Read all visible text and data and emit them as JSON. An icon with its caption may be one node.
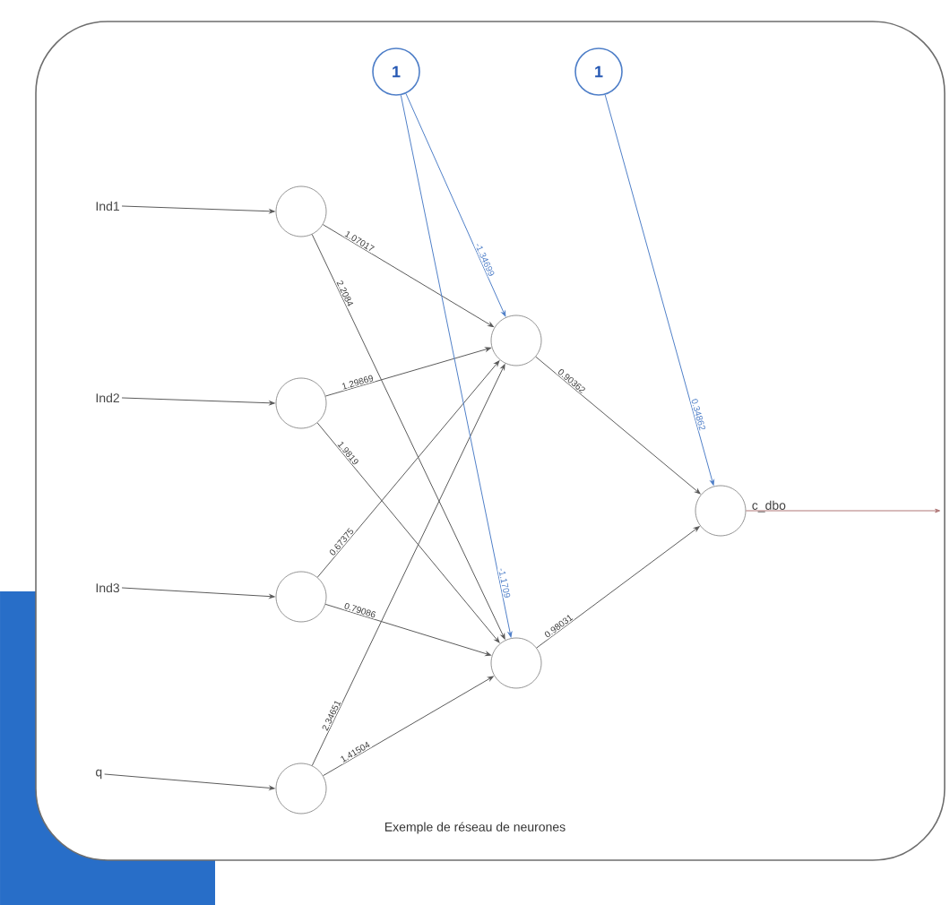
{
  "diagram": {
    "caption": "Exemple de réseau de neurones",
    "nodes": [
      {
        "text": [
          "1"
        ]
      },
      {
        "text": [
          "1"
        ]
      },
      {
        "text": [
          "Ind1"
        ]
      },
      {
        "text": [],
        "shape": "circle"
      },
      {
        "text": [
          "Ind2"
        ]
      },
      {
        "text": [],
        "shape": "circle"
      },
      {
        "text": [
          "Ind3"
        ]
      },
      {
        "text": [],
        "shape": "circle"
      },
      {
        "text": [
          "q"
        ]
      },
      {
        "text": [],
        "shape": "circle"
      },
      {
        "text": [],
        "shape": "circle"
      },
      {
        "text": [],
        "shape": "circle"
      },
      {
        "text": [],
        "shape": "circle",
        "beside": [
          "c_dbo"
        ]
      }
    ],
    "edges": [
      {
        "from": 2,
        "to": 3,
        "arrow": "to"
      },
      {
        "from": 4,
        "to": 5,
        "arrow": "to"
      },
      {
        "from": 6,
        "to": 7,
        "arrow": "to"
      },
      {
        "from": 8,
        "to": 9,
        "arrow": "to"
      },
      {
        "from": 3,
        "to": 10,
        "arrow": "to",
        "label": "1.07017"
      },
      {
        "from": 3,
        "to": 11,
        "arrow": "to",
        "label": "2.2084"
      },
      {
        "from": 5,
        "to": 10,
        "arrow": "to",
        "label": "1.29869"
      },
      {
        "from": 5,
        "to": 11,
        "arrow": "to",
        "label": "1.9819"
      },
      {
        "from": 7,
        "to": 10,
        "arrow": "to",
        "label": "0.67375"
      },
      {
        "from": 7,
        "to": 11,
        "arrow": "to",
        "label": "0.79086"
      },
      {
        "from": 9,
        "to": 10,
        "arrow": "to",
        "label": "2.34651"
      },
      {
        "from": 9,
        "to": 11,
        "arrow": "to",
        "label": "1.41504"
      },
      {
        "from": 0,
        "to": 10,
        "arrow": "to",
        "label": "-1.34699",
        "color": "#4f7fc8"
      },
      {
        "from": 0,
        "to": 11,
        "arrow": "to",
        "label": "-1.1709",
        "color": "#4f7fc8"
      },
      {
        "from": 10,
        "to": 12,
        "arrow": "to",
        "label": "0.90362"
      },
      {
        "from": 11,
        "to": 12,
        "arrow": "to",
        "label": "0.98031"
      },
      {
        "from": 1,
        "to": 12,
        "arrow": "to",
        "label": "0.34862",
        "color": "#4f7fc8"
      },
      {
        "from": 12,
        "to": null,
        "arrow": "to",
        "color": "#b07878"
      }
    ]
  }
}
